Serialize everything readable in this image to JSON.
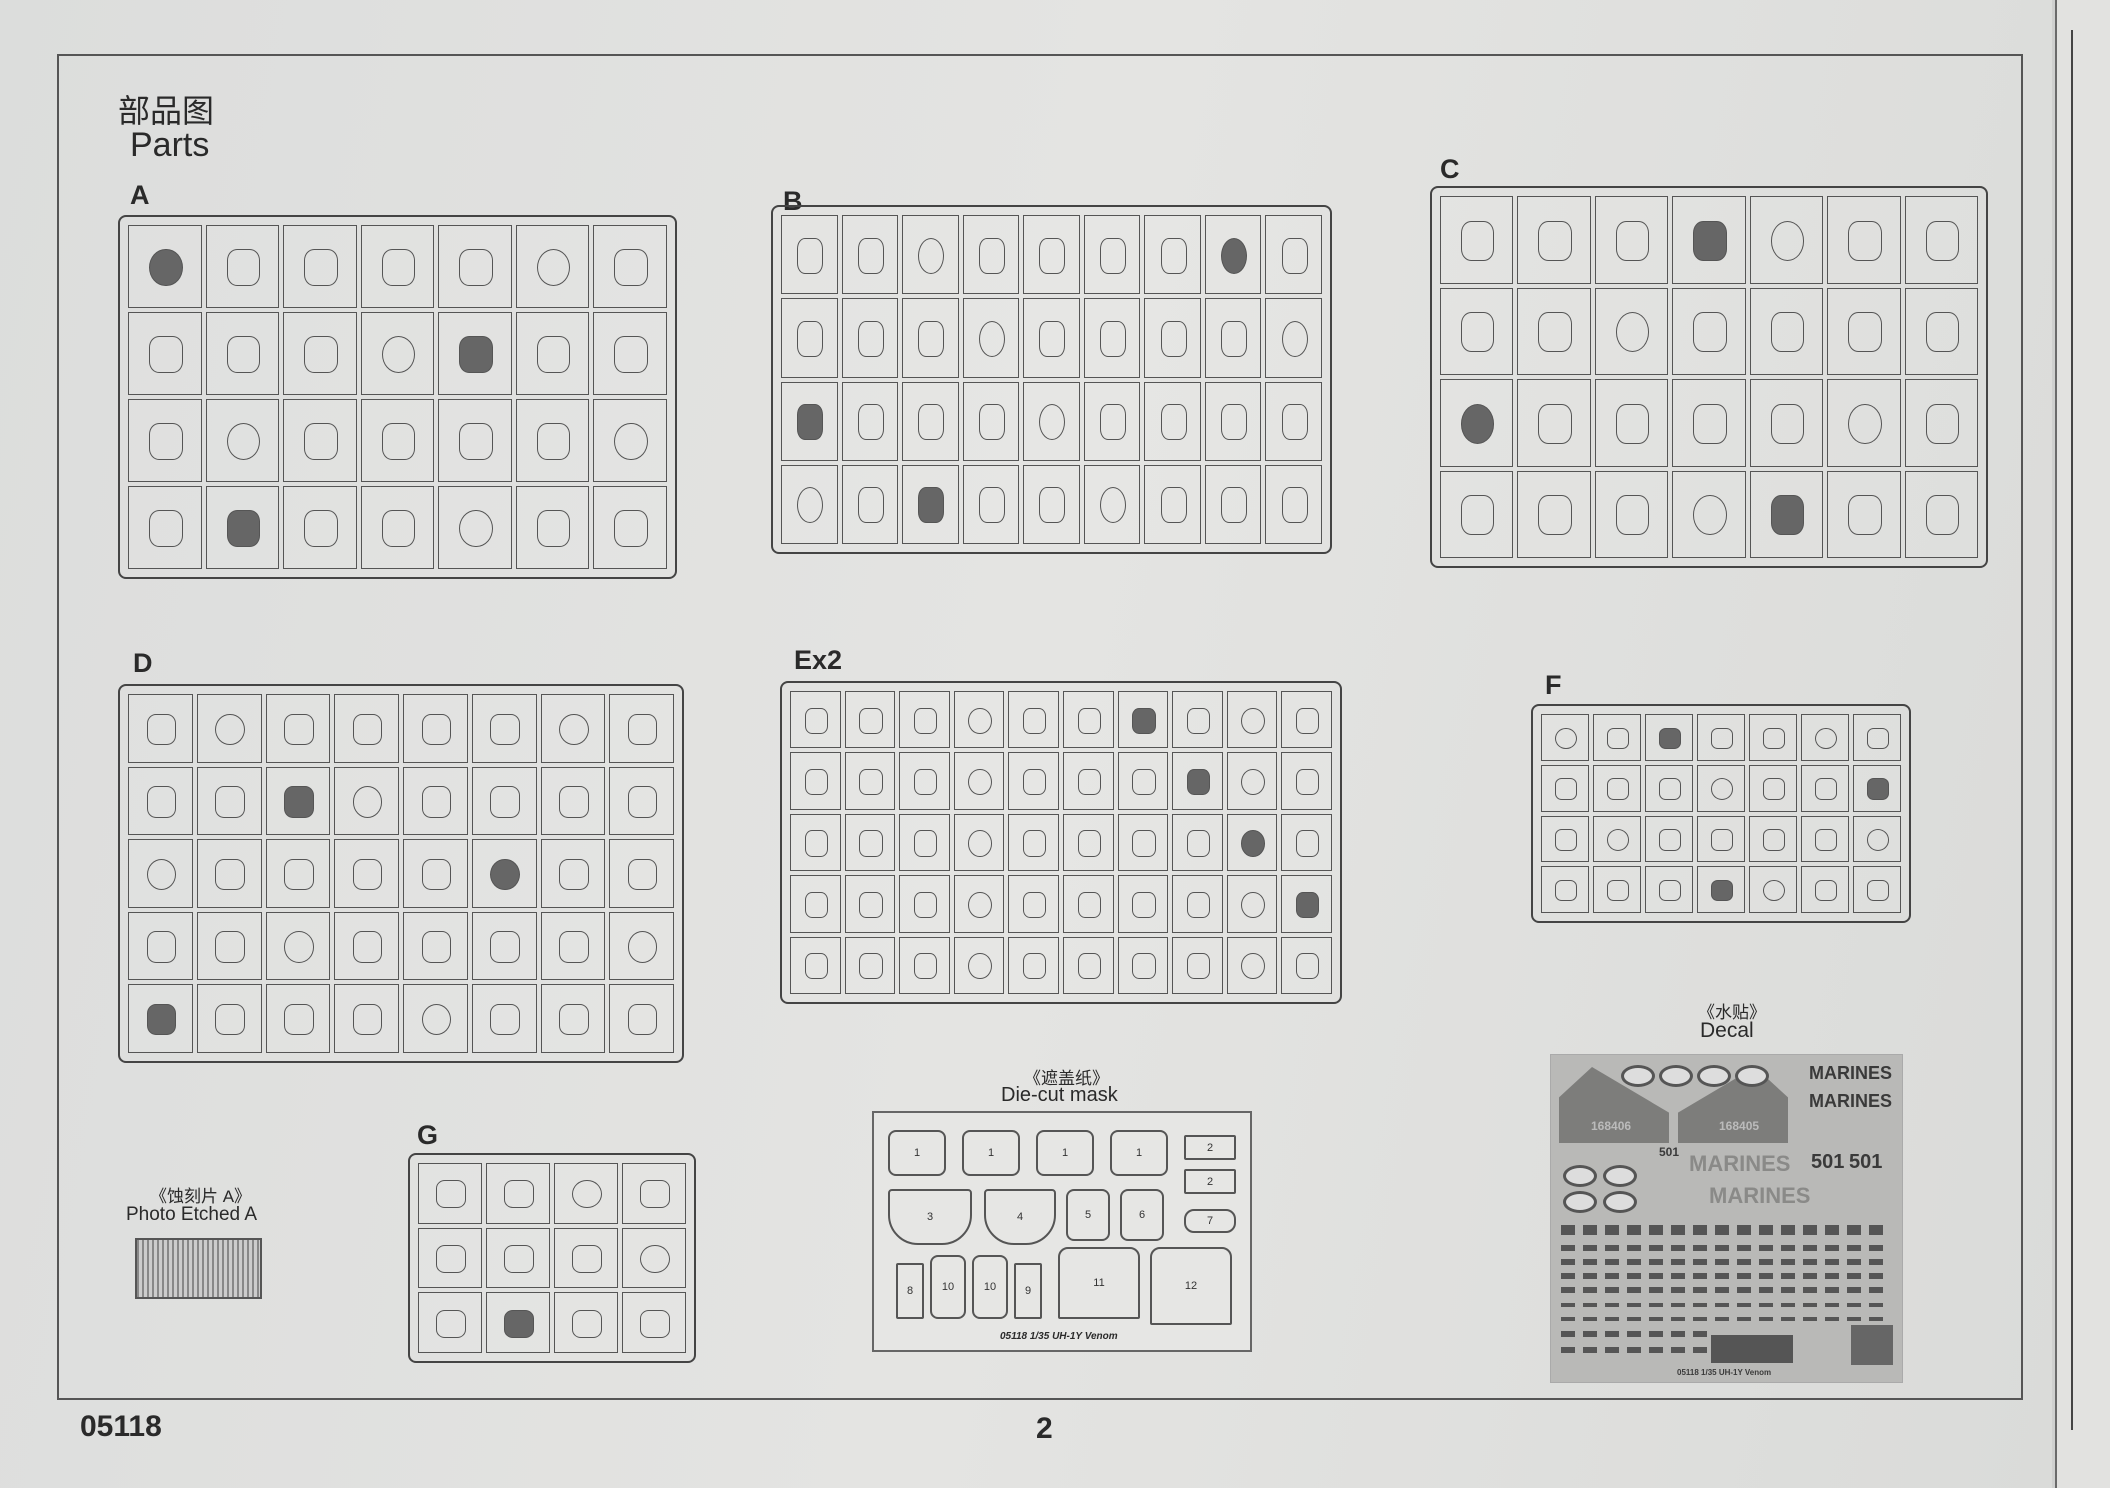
{
  "header": {
    "title_cn": "部品图",
    "title_en": "Parts"
  },
  "sprues": [
    {
      "label": "A"
    },
    {
      "label": "B"
    },
    {
      "label": "C"
    },
    {
      "label": "D"
    },
    {
      "label": "Ex2"
    },
    {
      "label": "F"
    },
    {
      "label": "G"
    }
  ],
  "photo_etched": {
    "label_cn": "《蚀刻片 A》",
    "label_en": "Photo Etched A"
  },
  "mask": {
    "label_cn": "《遮盖纸》",
    "label_en": "Die-cut mask",
    "pieces": [
      "1",
      "1",
      "1",
      "1",
      "2",
      "2",
      "3",
      "4",
      "5",
      "6",
      "7",
      "8",
      "10",
      "10",
      "9",
      "11",
      "12"
    ],
    "caption": "05118 1/35 UH-1Y Venom"
  },
  "decal": {
    "label_cn": "《水贴》",
    "label_en": "Decal",
    "marines": "MARINES",
    "serial_left": "168406",
    "serial_right": "168405",
    "number": "501",
    "caption": "05118 1/35 UH-1Y Venom"
  },
  "footer": {
    "kit_number": "05118",
    "page_number": "2"
  }
}
